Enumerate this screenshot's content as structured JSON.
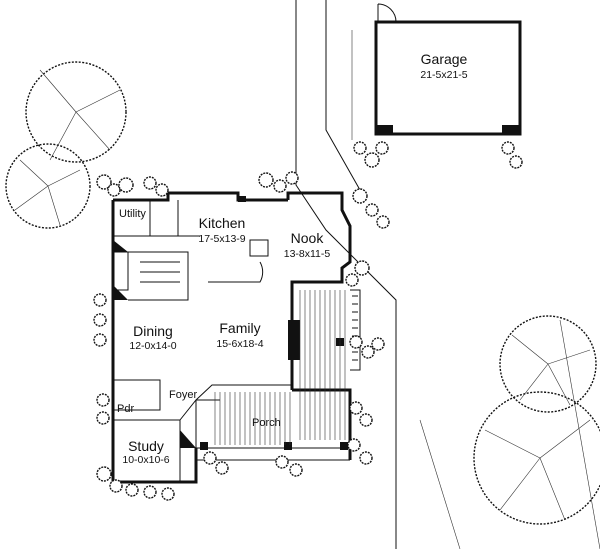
{
  "rooms": {
    "garage": {
      "name": "Garage",
      "dims": "21-5x21-5"
    },
    "kitchen": {
      "name": "Kitchen",
      "dims": "17-5x13-9"
    },
    "nook": {
      "name": "Nook",
      "dims": "13-8x11-5"
    },
    "dining": {
      "name": "Dining",
      "dims": "12-0x14-0"
    },
    "family": {
      "name": "Family",
      "dims": "15-6x18-4"
    },
    "study": {
      "name": "Study",
      "dims": "10-0x10-6"
    }
  },
  "labels": {
    "utility": "Utility",
    "foyer": "Foyer",
    "porch": "Porch",
    "powder": "Pdr"
  }
}
